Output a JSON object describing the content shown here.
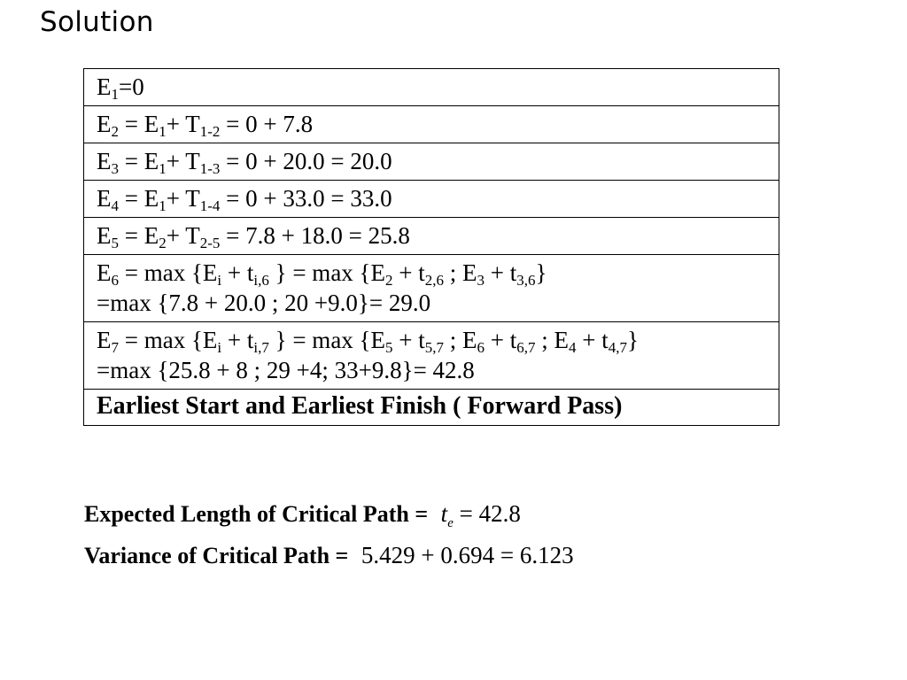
{
  "title": "Solution",
  "table": {
    "rows": [
      {
        "segments": [
          [
            "t",
            "E"
          ],
          [
            "s",
            "1"
          ],
          [
            "t",
            "=0"
          ]
        ]
      },
      {
        "segments": [
          [
            "t",
            "E"
          ],
          [
            "s",
            "2"
          ],
          [
            "t",
            " =  E"
          ],
          [
            "s",
            "1"
          ],
          [
            "t",
            "+  T"
          ],
          [
            "s",
            "1-2"
          ],
          [
            "t",
            "  = 0 + 7.8"
          ]
        ]
      },
      {
        "segments": [
          [
            "t",
            "E"
          ],
          [
            "s",
            "3"
          ],
          [
            "t",
            " =  E"
          ],
          [
            "s",
            "1"
          ],
          [
            "t",
            "+  T"
          ],
          [
            "s",
            "1-3"
          ],
          [
            "t",
            " = 0 + 20.0 = 20.0"
          ]
        ]
      },
      {
        "segments": [
          [
            "t",
            "E"
          ],
          [
            "s",
            "4"
          ],
          [
            "t",
            " =  E"
          ],
          [
            "s",
            "1"
          ],
          [
            "t",
            "+  T"
          ],
          [
            "s",
            "1-4"
          ],
          [
            "t",
            " = 0 + 33.0 = 33.0"
          ]
        ]
      },
      {
        "segments": [
          [
            "t",
            "E"
          ],
          [
            "s",
            "5"
          ],
          [
            "t",
            " =  E"
          ],
          [
            "s",
            "2"
          ],
          [
            "t",
            "+  T"
          ],
          [
            "s",
            "2-5"
          ],
          [
            "t",
            " = 7.8 + 18.0 = 25.8"
          ]
        ]
      },
      {
        "segments": [
          [
            "t",
            "E"
          ],
          [
            "s",
            "6"
          ],
          [
            "t",
            " =  max {E"
          ],
          [
            "s",
            "i"
          ],
          [
            "t",
            " + t"
          ],
          [
            "s",
            "i,6"
          ],
          [
            "t",
            " } = max {E"
          ],
          [
            "s",
            "2"
          ],
          [
            "t",
            " + t"
          ],
          [
            "s",
            "2,6"
          ],
          [
            "t",
            " ; E"
          ],
          [
            "s",
            "3"
          ],
          [
            "t",
            " + t"
          ],
          [
            "s",
            "3,6"
          ],
          [
            "t",
            "}"
          ],
          [
            "br",
            ""
          ],
          [
            "t",
            "=max {7.8 + 20.0 ; 20 +9.0}= 29.0"
          ]
        ]
      },
      {
        "segments": [
          [
            "t",
            "E"
          ],
          [
            "s",
            "7"
          ],
          [
            "t",
            " =  max {E"
          ],
          [
            "s",
            "i"
          ],
          [
            "t",
            " + t"
          ],
          [
            "s",
            "i,7"
          ],
          [
            "t",
            " } = max {E"
          ],
          [
            "s",
            "5"
          ],
          [
            "t",
            " + t"
          ],
          [
            "s",
            "5,7"
          ],
          [
            "t",
            " ; E"
          ],
          [
            "s",
            "6"
          ],
          [
            "t",
            " + t"
          ],
          [
            "s",
            "6,7"
          ],
          [
            "t",
            " ; E"
          ],
          [
            "s",
            "4"
          ],
          [
            "t",
            " + t"
          ],
          [
            "s",
            "4,7"
          ],
          [
            "t",
            "}"
          ],
          [
            "br",
            ""
          ],
          [
            "t",
            "=max {25.8 + 8 ; 29 +4; 33+9.8}= 42.8"
          ]
        ]
      }
    ],
    "caption": "Earliest Start and Earliest Finish  ( Forward Pass)"
  },
  "results": {
    "length_label": "Expected Length of Critical Path = ",
    "length_var": "t",
    "length_var_sub": "e",
    "length_value": " = 42.8",
    "variance_label": "Variance of Critical Path = ",
    "variance_expr": "5.429 + 0.694 = 6.123"
  }
}
